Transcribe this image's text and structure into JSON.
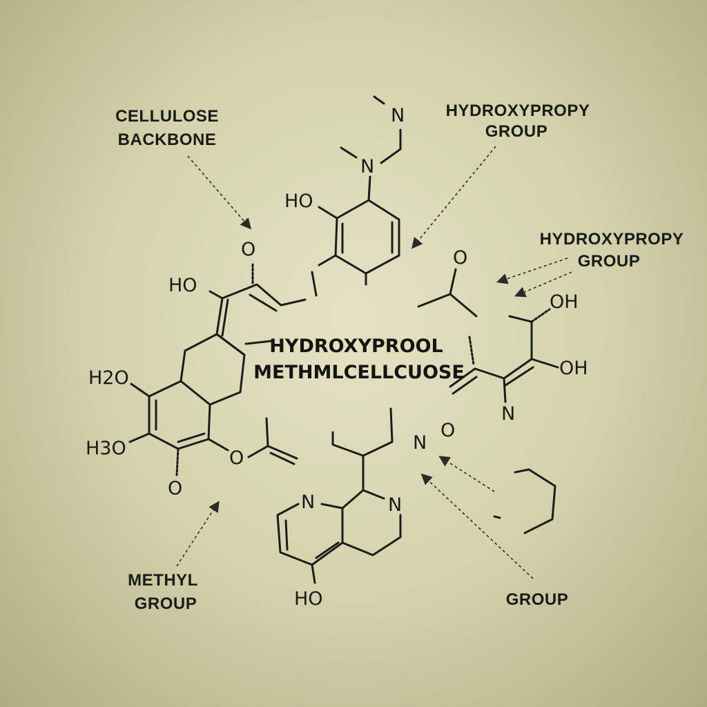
{
  "title": [
    "HYDROXYPROOL",
    "METHMLCELLCUOSE"
  ],
  "labels": {
    "cellulose_backbone": [
      "CELLULOSE",
      "BACKBONE"
    ],
    "hydroxypropy_top": [
      "HYDROXYPROPY",
      "GROUP"
    ],
    "hydroxypropy_right": [
      "HYDROXYPROPY",
      "GROUP"
    ],
    "methyl_group": [
      "METHYL",
      "GROUP"
    ],
    "group_bottom_right": "GROUP"
  },
  "atoms": {
    "left_ho": "HO",
    "left_o_top": "O",
    "left_h2o": "H2O",
    "left_h3o": "H3O",
    "left_o_ring": "O",
    "left_o_bottom": "O",
    "top_n1": "N",
    "top_n2": "N",
    "top_ho": "HO",
    "right_o_top": "O",
    "right_oh1": "OH",
    "right_oh2": "OH",
    "right_n": "N",
    "no_n": "N",
    "no_o": "O",
    "bottom_n1": "N",
    "bottom_n2": "N",
    "bottom_ho": "HO"
  },
  "colors": {
    "ink": "#1c1c1c",
    "background": "#dcdab8"
  }
}
